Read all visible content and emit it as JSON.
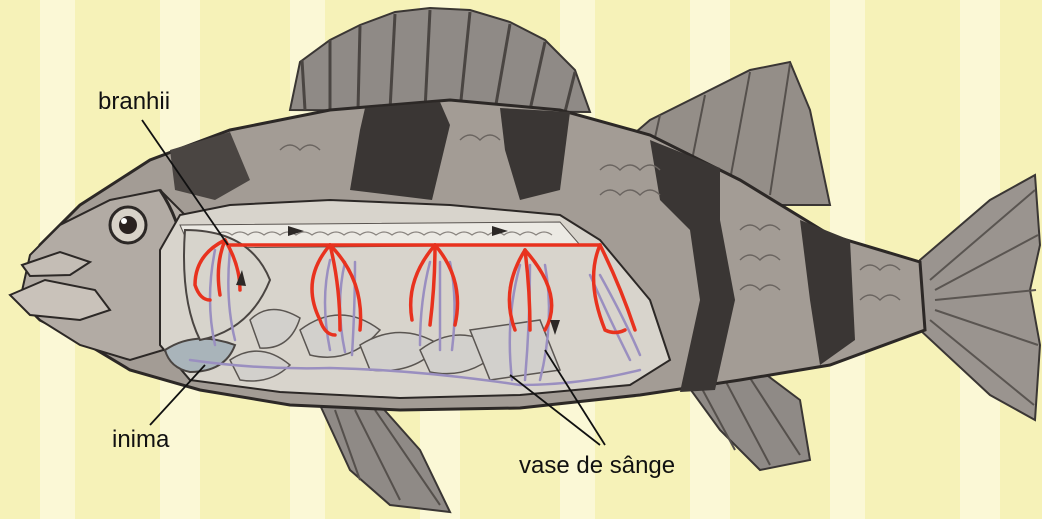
{
  "labels": {
    "gills": "branhii",
    "heart": "inima",
    "vessels": "vase de sânge"
  },
  "colors": {
    "background": "#f6f2b8",
    "stripe_light": "#fbf8d6",
    "fish_body": "#9a938c",
    "fish_dark": "#3a3634",
    "artery": "#e8321e",
    "vein": "#9a8fc0",
    "organ": "#d6d4d0"
  }
}
